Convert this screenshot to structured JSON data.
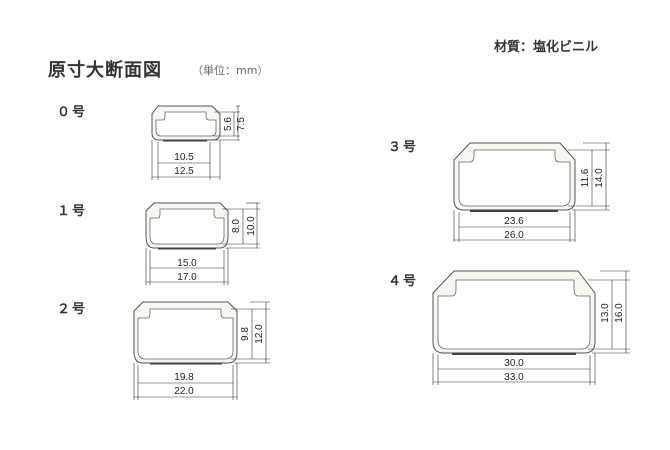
{
  "header": {
    "title": "原寸大断面図",
    "unit": "（単位：mm）",
    "material": "材質：塩化ビニル"
  },
  "sizes": [
    {
      "label": "０号",
      "inner_width": "10.5",
      "outer_width": "12.5",
      "inner_height": "5.6",
      "outer_height": "7.5"
    },
    {
      "label": "１号",
      "inner_width": "15.0",
      "outer_width": "17.0",
      "inner_height": "8.0",
      "outer_height": "10.0"
    },
    {
      "label": "２号",
      "inner_width": "19.8",
      "outer_width": "22.0",
      "inner_height": "9.8",
      "outer_height": "12.0"
    },
    {
      "label": "３号",
      "inner_width": "23.6",
      "outer_width": "26.0",
      "inner_height": "11.6",
      "outer_height": "14.0"
    },
    {
      "label": "４号",
      "inner_width": "30.0",
      "outer_width": "33.0",
      "inner_height": "13.0",
      "outer_height": "16.0"
    }
  ]
}
